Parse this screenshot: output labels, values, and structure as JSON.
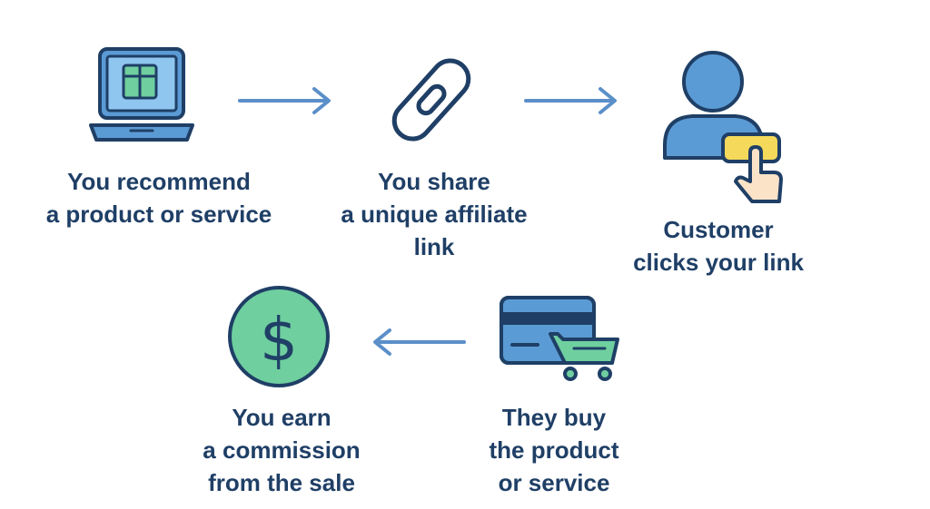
{
  "steps": {
    "recommend": {
      "icon": "laptop-icon",
      "lines": [
        "You recommend",
        "a product or service"
      ]
    },
    "share": {
      "icon": "chain-link-icon",
      "lines": [
        "You share",
        "a unique affiliate",
        "link"
      ]
    },
    "customer": {
      "icon": "customer-click-icon",
      "lines": [
        "Customer",
        "clicks your link"
      ]
    },
    "buy": {
      "icon": "card-and-cart-icon",
      "lines": [
        "They buy",
        "the product",
        "or service"
      ]
    },
    "earn": {
      "icon": "dollar-coin-icon",
      "lines": [
        "You earn",
        "a commission",
        "from the sale"
      ]
    }
  },
  "colors": {
    "outline": "#1f3f66",
    "text": "#1f3f66",
    "blue": "#5b9bd5",
    "light_blue": "#8fc6f0",
    "green": "#6fcf9f",
    "yellow": "#f4d95a",
    "skin": "#fbe3c8",
    "arrow": "#5b8fc9"
  }
}
